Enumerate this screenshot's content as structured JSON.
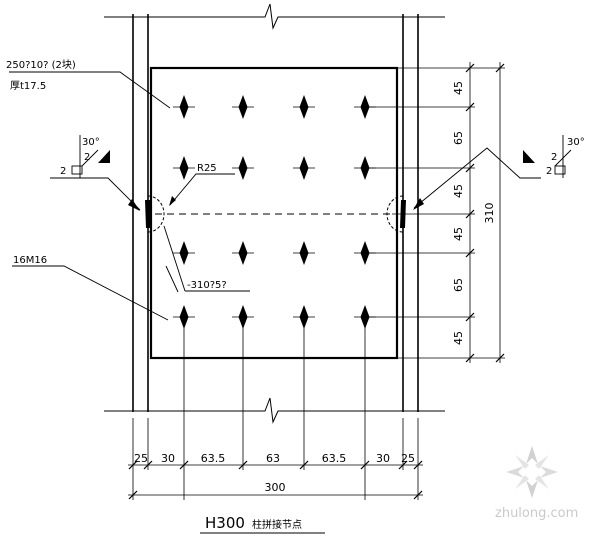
{
  "labels": {
    "plate_spec": "250?10? (2块)",
    "plate_thk": "厚t17.5",
    "radius": "R25",
    "bolts": "16M16",
    "weld_plate": "-310?5?",
    "weld_left": [
      "30°",
      "2",
      "2"
    ],
    "weld_right": [
      "30°",
      "2",
      "2"
    ]
  },
  "dims": {
    "vertical": [
      "45",
      "65",
      "45",
      "45",
      "65",
      "45"
    ],
    "vertical_total": "310",
    "horizontal": [
      "25",
      "30",
      "63.5",
      "63",
      "63.5",
      "30",
      "25"
    ],
    "horizontal_total": "300"
  },
  "title": {
    "main": "H300",
    "sub": "柱拼接节点"
  },
  "watermark": "zhulong.com"
}
